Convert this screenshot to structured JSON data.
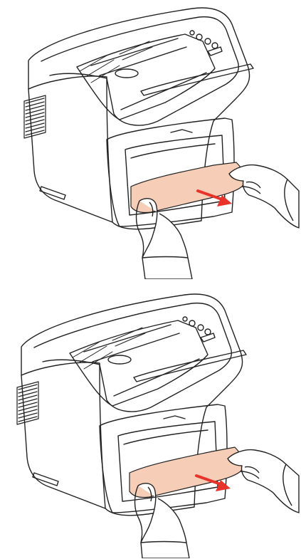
{
  "colors": {
    "line": "#222222",
    "paper": "#f6cdb6",
    "arrow": "#e8332a",
    "background": "#ffffff"
  },
  "figures": [
    {
      "step": "top",
      "depicts": "printer-front-jam-removal",
      "icon": "paper-pull-arrow-icon"
    },
    {
      "step": "bottom",
      "depicts": "printer-front-jam-removal",
      "icon": "paper-pull-arrow-icon"
    }
  ]
}
